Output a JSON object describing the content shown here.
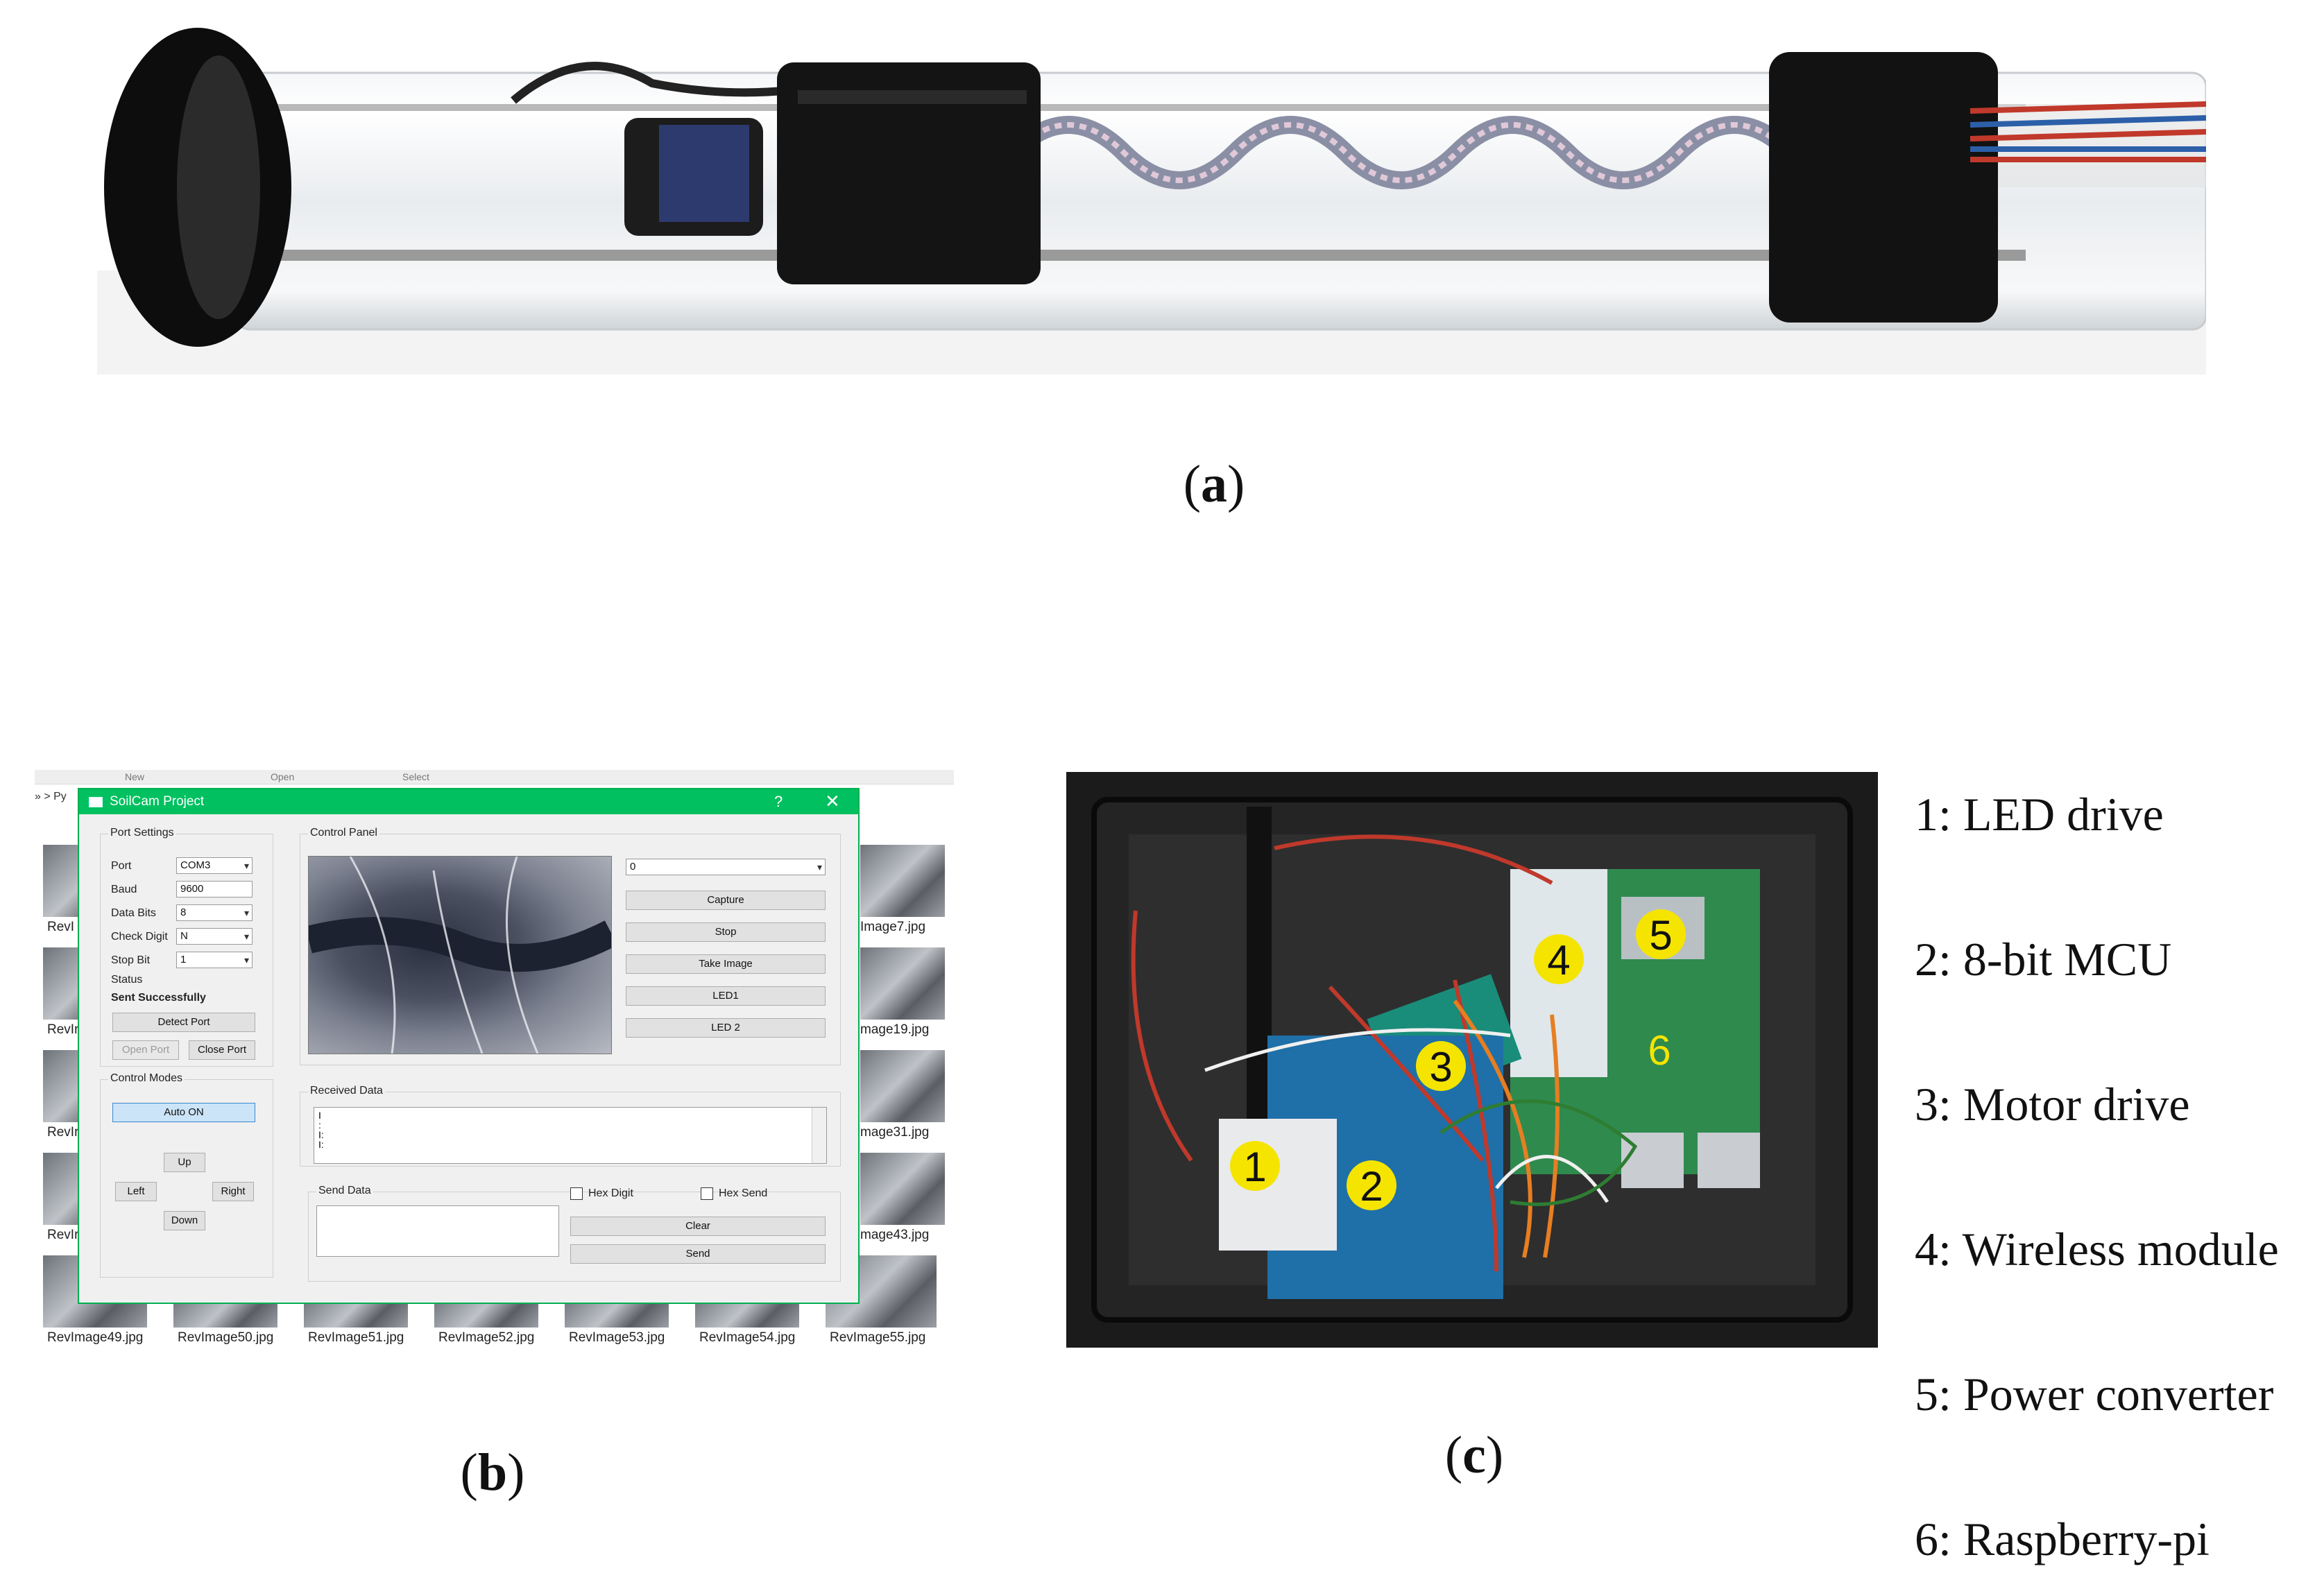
{
  "captions": {
    "a": "a",
    "b": "b",
    "c": "c"
  },
  "explorer": {
    "toolbar": [
      "New",
      "Open",
      "Select"
    ],
    "breadcrumb": "» > Py",
    "side_labels_left": [
      "RevI",
      "RevIr",
      "RevIr",
      "RevIr"
    ],
    "side_labels_right": [
      "Image7.jpg",
      "mage19.jpg",
      "mage31.jpg",
      "mage43.jpg"
    ],
    "bottom_files": [
      "RevImage49.jpg",
      "RevImage50.jpg",
      "RevImage51.jpg",
      "RevImage52.jpg",
      "RevImage53.jpg",
      "RevImage54.jpg",
      "RevImage55.jpg"
    ]
  },
  "dialog": {
    "title": "SoilCam Project",
    "help": "?",
    "close": "✕",
    "port_settings": {
      "title": "Port Settings",
      "port_label": "Port",
      "port_value": "COM3",
      "baud_label": "Baud",
      "baud_value": "9600",
      "data_bits_label": "Data Bits",
      "data_bits_value": "8",
      "check_digit_label": "Check Digit",
      "check_digit_value": "N",
      "stop_bit_label": "Stop Bit",
      "stop_bit_value": "1",
      "status_label": "Status",
      "status_value": "Sent Successfully",
      "detect_port": "Detect Port",
      "open_port": "Open Port",
      "close_port": "Close Port"
    },
    "control_modes": {
      "title": "Control Modes",
      "auto_on": "Auto ON",
      "up": "Up",
      "left": "Left",
      "right": "Right",
      "down": "Down"
    },
    "control_panel": {
      "title": "Control Panel",
      "select_value": "0",
      "capture": "Capture",
      "stop": "Stop",
      "take_image": "Take Image",
      "led1": "LED1",
      "led2": "LED 2"
    },
    "received": {
      "title": "Received Data",
      "lines": [
        "I",
        ":",
        "I:",
        "I:"
      ]
    },
    "send": {
      "title": "Send Data",
      "hex_digit": "Hex Digit",
      "hex_send": "Hex Send",
      "clear": "Clear",
      "send": "Send"
    }
  },
  "legend": [
    "1: LED drive",
    "2: 8-bit MCU",
    "3: Motor drive",
    "4: Wireless module",
    "5: Power converter",
    "6: Raspberry-pi"
  ],
  "photo_markers": [
    "1",
    "2",
    "3",
    "4",
    "5",
    "6"
  ],
  "colors": {
    "title_bar": "#00c060",
    "marker": "#f5e400"
  }
}
